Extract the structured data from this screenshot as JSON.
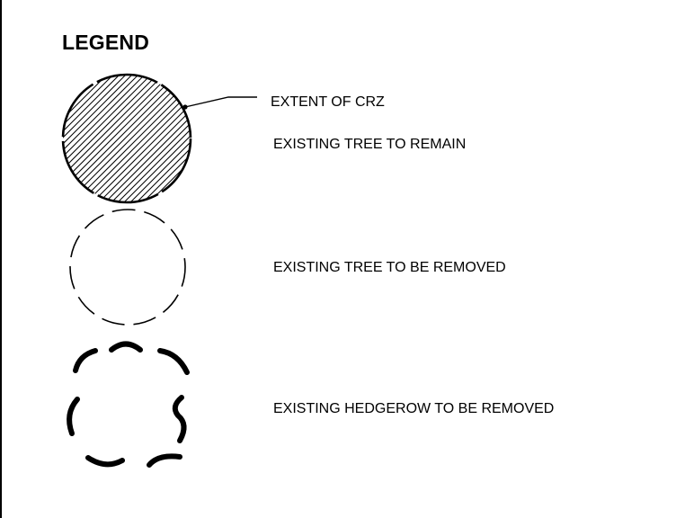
{
  "legend": {
    "title": "LEGEND",
    "items": [
      {
        "symbol": "hatched-circle",
        "callout": "EXTENT OF CRZ",
        "label": "EXISTING TREE TO REMAIN"
      },
      {
        "symbol": "dashed-circle",
        "label": "EXISTING TREE TO BE REMOVED"
      },
      {
        "symbol": "hedgerow-cloud",
        "label": "EXISTING HEDGEROW TO BE REMOVED"
      }
    ]
  },
  "colors": {
    "line": "#000000",
    "background": "#ffffff"
  }
}
